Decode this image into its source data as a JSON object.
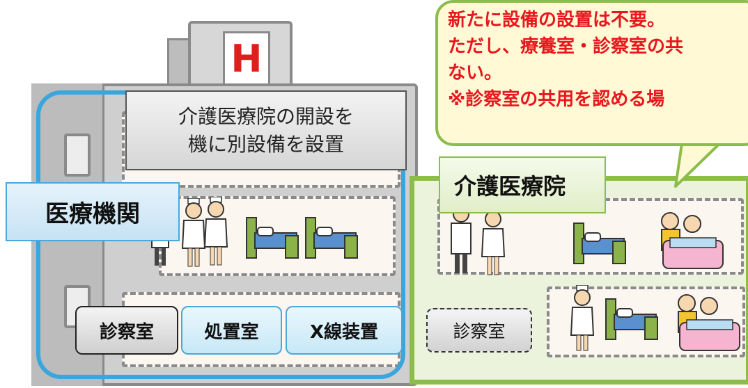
{
  "building": {
    "sign_letter": "H",
    "label": "医療機関",
    "note_lines": [
      "介護医療院の開設を",
      "機に別設備を設置"
    ],
    "rooms": [
      "診察室",
      "処置室",
      "X線装置"
    ]
  },
  "facility": {
    "label": "介護医療院",
    "room": "診察室"
  },
  "callout": {
    "lines": [
      "新たに設備の設置は不要。",
      "ただし、療養室・診察室の共",
      "ない。",
      "※診察室の共用を認める場"
    ]
  },
  "colors": {
    "building_frame": "#39a6dd",
    "facility_frame": "#8cbc49",
    "callout_text": "#e8171d",
    "sign": "#e01e1e"
  },
  "icons": [
    "nurse-icon",
    "doctor-icon",
    "bed-icon",
    "bath-care-icon"
  ]
}
